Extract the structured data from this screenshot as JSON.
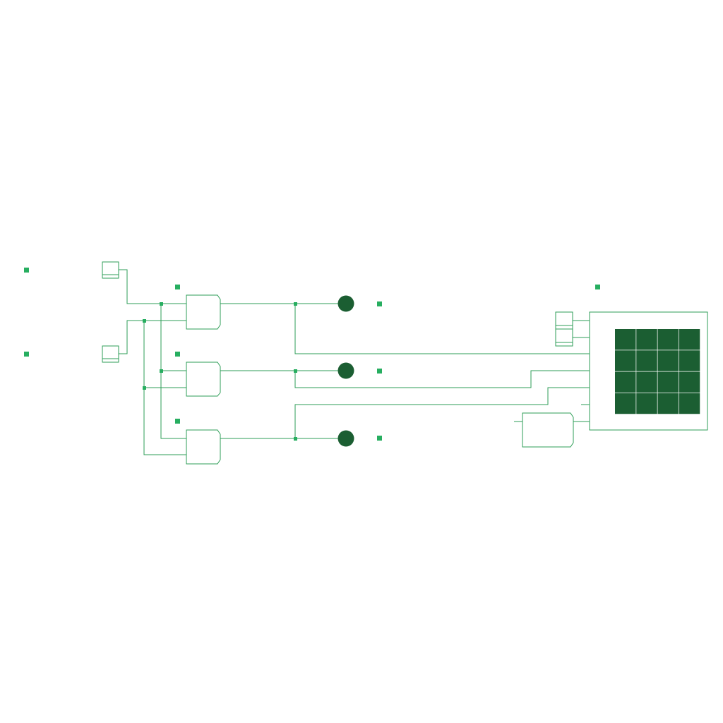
{
  "circuit": {
    "colors": {
      "wire": "#2e9e57",
      "marker": "#27ae60",
      "led_on": "#1b5e32",
      "background": "#ffffff"
    },
    "inputs": [
      {
        "id": "input-a",
        "component": "toggle-switch"
      },
      {
        "id": "input-b",
        "component": "toggle-switch"
      }
    ],
    "gates": [
      {
        "id": "gate-1",
        "component": "and-gate"
      },
      {
        "id": "gate-2",
        "component": "and-gate"
      },
      {
        "id": "gate-3",
        "component": "and-gate"
      }
    ],
    "outputs": [
      {
        "id": "led-1",
        "component": "led",
        "state": "on"
      },
      {
        "id": "led-2",
        "component": "led",
        "state": "on"
      },
      {
        "id": "led-3",
        "component": "led",
        "state": "on"
      }
    ],
    "display": {
      "component": "led-matrix",
      "rows": 4,
      "cols": 4,
      "lit_cells": 16
    },
    "extra_gate": {
      "component": "and-gate"
    },
    "control_switches": 2
  }
}
